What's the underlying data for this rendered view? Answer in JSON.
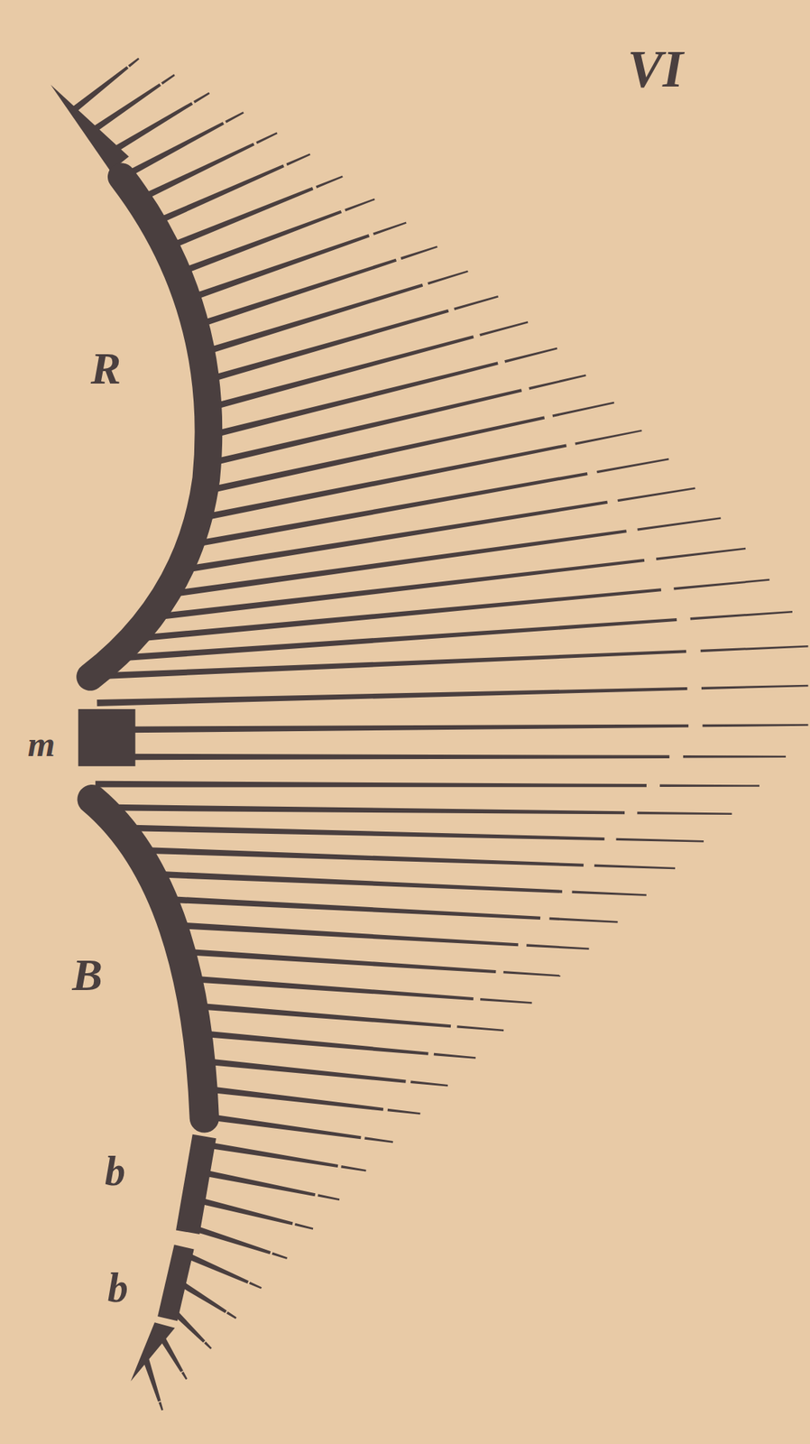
{
  "diagram": {
    "labels": [
      "VI",
      "R",
      "m",
      "B",
      "b",
      "b"
    ]
  }
}
